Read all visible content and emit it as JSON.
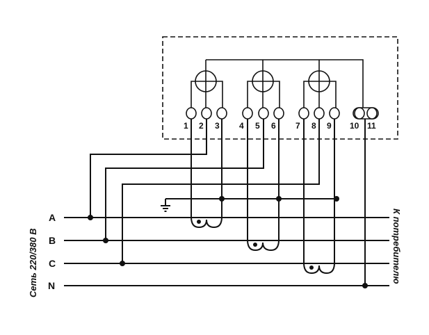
{
  "meter": {
    "terminals": [
      "1",
      "2",
      "3",
      "4",
      "5",
      "6",
      "7",
      "8",
      "9",
      "10",
      "11"
    ]
  },
  "phases": [
    "A",
    "B",
    "C",
    "N"
  ],
  "labels": {
    "network": "Сеть 220/380 В",
    "consumer": "К потребителю"
  },
  "colors": {
    "line": "#111111",
    "background": "#ffffff"
  },
  "icons": [
    "current-coil-icon",
    "ground-icon",
    "current-transformer-icon"
  ]
}
